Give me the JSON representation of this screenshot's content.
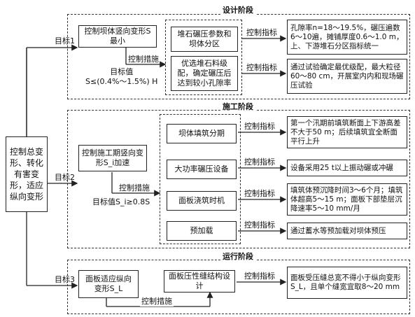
{
  "root": {
    "label": "控制总变形、转化有害变形，适应纵向变形"
  },
  "goals": {
    "g1": "目标1",
    "g2": "目标2",
    "g3": "目标3"
  },
  "phases": {
    "design": {
      "title": "设计阶段",
      "objective": "控制坝体竖向变形S最小",
      "measure_label": "控制措施",
      "target": "目标值\nS≤(0.4%～1.5%) H",
      "measures": [
        "堆石碾压参数和坝体分区",
        "优选堆石料级配，确定碾压后达到较小孔隙率"
      ],
      "indicator_label": "控制指标",
      "indicators": [
        "孔隙率n=18～19.5%，碾压遍数6～10遍，摊铺厚度0.6～1.0 m，上、下游堆石分区指标统一",
        "通过试验确定最优级配，最大粒径60～80 cm，开展室内内和现场碾压试验"
      ]
    },
    "construction": {
      "title": "施工阶段",
      "objective": "控制施工期竖向变形S_i加速",
      "measure_label": "控制措施",
      "target": "目标值S_i≥0.8S",
      "measures": [
        "坝体填筑分期",
        "大功率碾压设备",
        "面板浇筑时机",
        "预加载"
      ],
      "indicator_label": "控制指标",
      "indicators": [
        "第一个汛期前填筑断面上下游高差不大于50 m；后续填筑宜全断面平行上升",
        "设备采用25 t以上振动碾或冲碾",
        "填筑体预沉降时间3～6个月；填筑体超高5～15 m；面板下部垫层沉降速率5～10 mm/月",
        "通过蓄水等预加载对坝体预压"
      ]
    },
    "operation": {
      "title": "运行阶段",
      "objective": "面板适应纵向变形S_L",
      "measure_label": "控制措施",
      "measure": "面板压性缝结构设计",
      "indicator_label": "控制指标",
      "indicator": "面板受压缝总宽不得小于纵向变形S_L，且单个缝宽宜取8～20 mm"
    }
  }
}
